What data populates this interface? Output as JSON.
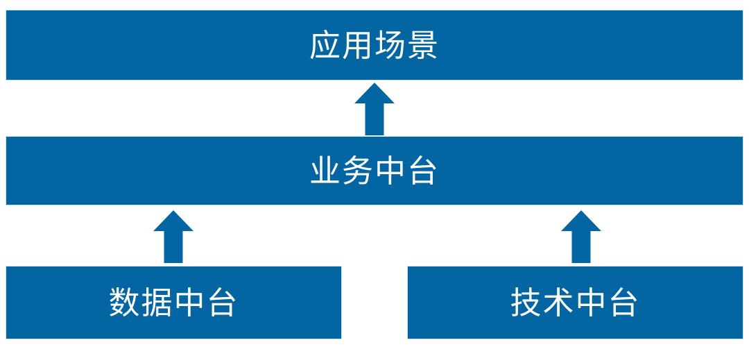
{
  "diagram": {
    "type": "layered-architecture",
    "layers": {
      "top": {
        "label": "应用场景"
      },
      "middle": {
        "label": "业务中台"
      },
      "bottom_left": {
        "label": "数据中台"
      },
      "bottom_right": {
        "label": "技术中台"
      }
    },
    "arrows": [
      {
        "name": "arrow-business-to-application",
        "direction": "up",
        "from": "业务中台",
        "to": "应用场景"
      },
      {
        "name": "arrow-data-to-business",
        "direction": "up",
        "from": "数据中台",
        "to": "业务中台"
      },
      {
        "name": "arrow-tech-to-business",
        "direction": "up",
        "from": "技术中台",
        "to": "业务中台"
      }
    ]
  },
  "colors": {
    "box_fill": "#0366A2",
    "box_edge": "#cfe6f3",
    "label_text": "#FFFFFF",
    "background": "#FFFFFF"
  }
}
